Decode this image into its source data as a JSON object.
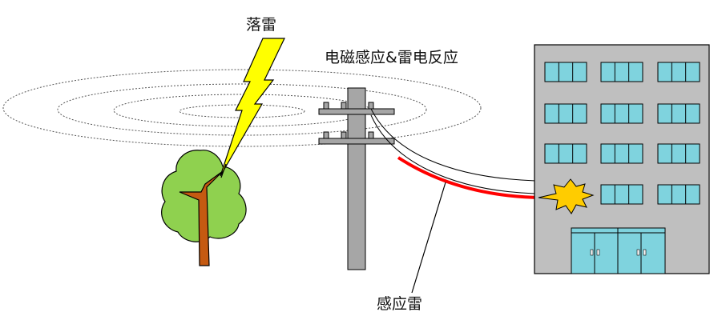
{
  "labels": {
    "lightning_strike": "落雷",
    "em_induction": "电磁感应&雷电反应",
    "induced_lightning": "感应雷"
  },
  "colors": {
    "bolt_fill": "#ffff00",
    "surge_line": "#ff0000",
    "spark_fill": "#ffcc00",
    "tree_canopy": "#8fd14f",
    "tree_trunk": "#c55a11",
    "pole": "#a6a6a6",
    "building": "#bfbfbf",
    "window_glass": "#7fd3de"
  },
  "icons": {
    "lightning": "lightning-bolt-icon",
    "spark": "spark-burst-icon"
  }
}
